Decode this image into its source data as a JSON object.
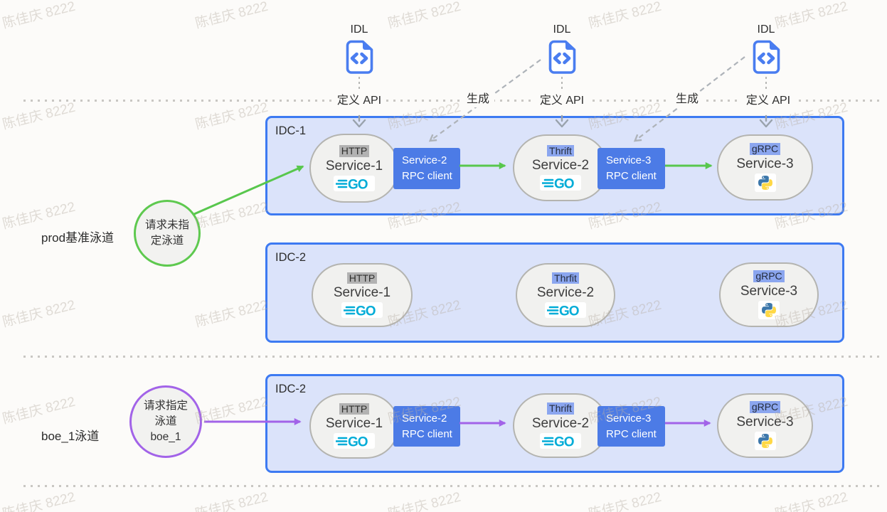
{
  "watermark": {
    "text": "陈佳庆 8222"
  },
  "idl": {
    "file_label": "IDL",
    "define_api_label": "定义 API",
    "generate_label": "生成"
  },
  "lanes": [
    {
      "label": "prod基准泳道",
      "circle_lines": [
        "请求未指",
        "定泳道"
      ],
      "color": "#5ec94f"
    },
    {
      "label": "boe_1泳道",
      "circle_lines": [
        "请求指定",
        "泳道",
        "boe_1"
      ],
      "color": "#a263e8"
    }
  ],
  "blocks": [
    {
      "title": "IDC-1",
      "services": [
        {
          "protocol": "HTTP",
          "name": "Service-1",
          "runtime_icon": "go-logo"
        },
        {
          "protocol": "Thrift",
          "name": "Service-2",
          "runtime_icon": "go-logo"
        },
        {
          "protocol": "gRPC",
          "name": "Service-3",
          "runtime_icon": "python-logo"
        }
      ],
      "rpc_clients": [
        {
          "line1": "Service-2",
          "line2": "RPC client"
        },
        {
          "line1": "Service-3",
          "line2": "RPC client"
        }
      ]
    },
    {
      "title": "IDC-2",
      "services": [
        {
          "protocol": "HTTP",
          "name": "Service-1",
          "runtime_icon": "go-logo"
        },
        {
          "protocol": "Thrfit",
          "name": "Service-2",
          "runtime_icon": "go-logo"
        },
        {
          "protocol": "gRPC",
          "name": "Service-3",
          "runtime_icon": "python-logo"
        }
      ],
      "rpc_clients": []
    },
    {
      "title": "IDC-2",
      "services": [
        {
          "protocol": "HTTP",
          "name": "Service-1",
          "runtime_icon": "go-logo"
        },
        {
          "protocol": "Thrift",
          "name": "Service-2",
          "runtime_icon": "go-logo"
        },
        {
          "protocol": "gRPC",
          "name": "Service-3",
          "runtime_icon": "python-logo"
        }
      ],
      "rpc_clients": [
        {
          "line1": "Service-2",
          "line2": "RPC client"
        },
        {
          "line1": "Service-3",
          "line2": "RPC client"
        }
      ]
    }
  ],
  "colors": {
    "idc_fill": "#dbe3fa",
    "idc_border": "#3d7af2",
    "rpc_fill": "#4c7be6",
    "green_arrow": "#58c74d",
    "purple_arrow": "#a263e8",
    "go_cyan": "#00acd7",
    "python_blue": "#3c77aa",
    "python_yellow": "#ffd845",
    "idl_blue": "#4a7df0",
    "badge_gray": "#b2b2b2",
    "badge_blue": "#8ba6ef"
  }
}
